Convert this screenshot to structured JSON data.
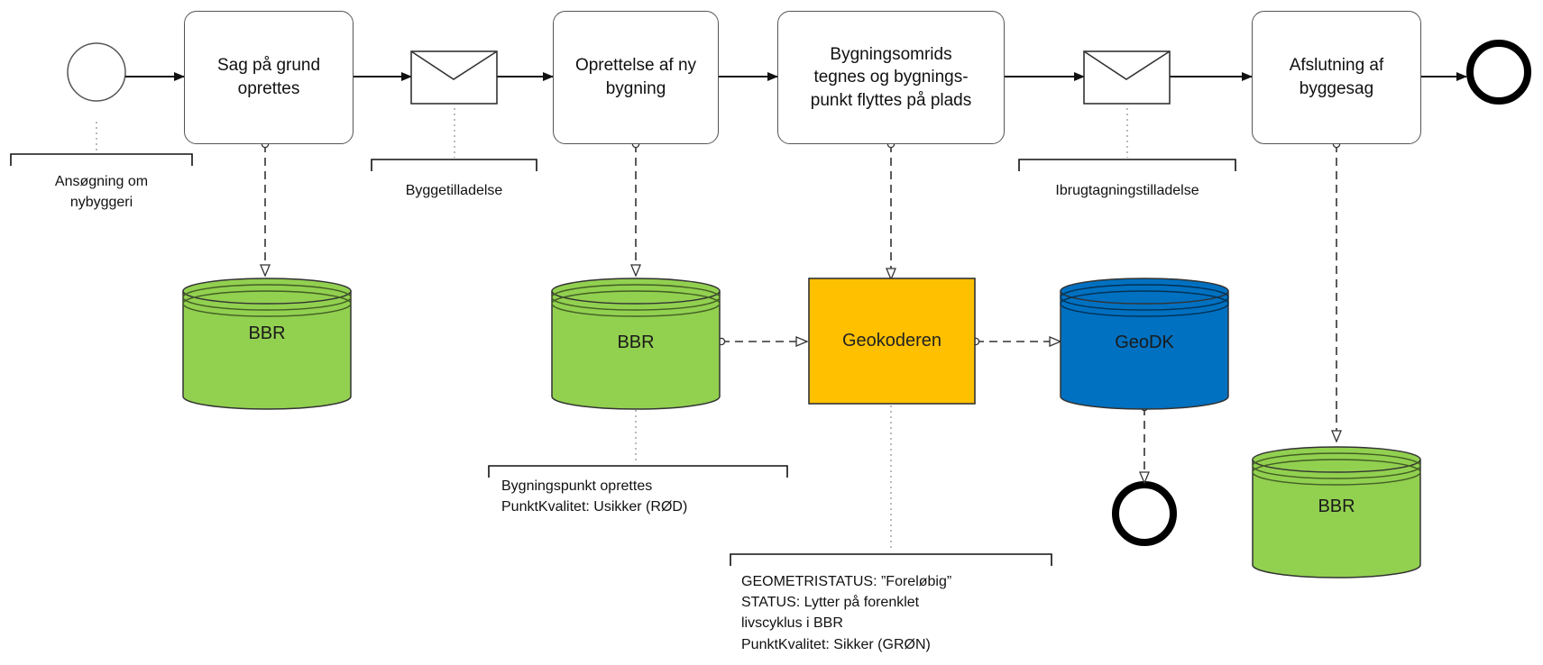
{
  "tasks": [
    {
      "label": "Sag på grund\noprettes"
    },
    {
      "label": "Oprettelse af ny\nbygning"
    },
    {
      "label": "Bygningsomrids\ntegnes og bygnings-\npunkt flyttes på plads"
    },
    {
      "label": "Afslutning af\nbyggesag"
    }
  ],
  "data_stores": [
    {
      "label": "BBR",
      "color": "#92d050"
    },
    {
      "label": "BBR",
      "color": "#92d050"
    },
    {
      "label": "GeoDK",
      "color": "#0070c0"
    },
    {
      "label": "BBR",
      "color": "#92d050"
    }
  ],
  "system": {
    "label": "Geokoderen",
    "color": "#ffc000"
  },
  "messages": [
    {
      "icon": "envelope-icon"
    },
    {
      "icon": "envelope-icon"
    }
  ],
  "annotations": [
    {
      "text": "Ansøgning om\nnybyggeri"
    },
    {
      "text": "Byggetilladelse"
    },
    {
      "text": "Ibrugtagningstilladelse"
    },
    {
      "text": "Bygningspunkt oprettes\nPunktKvalitet: Usikker (RØD)"
    },
    {
      "text": "GEOMETRISTATUS: ”Foreløbig”\nSTATUS: Lytter på forenklet\nlivscyklus i BBR\nPunktKvalitet: Sikker (GRØN)"
    }
  ],
  "events": {
    "start": "start-event",
    "end": "end-event"
  }
}
